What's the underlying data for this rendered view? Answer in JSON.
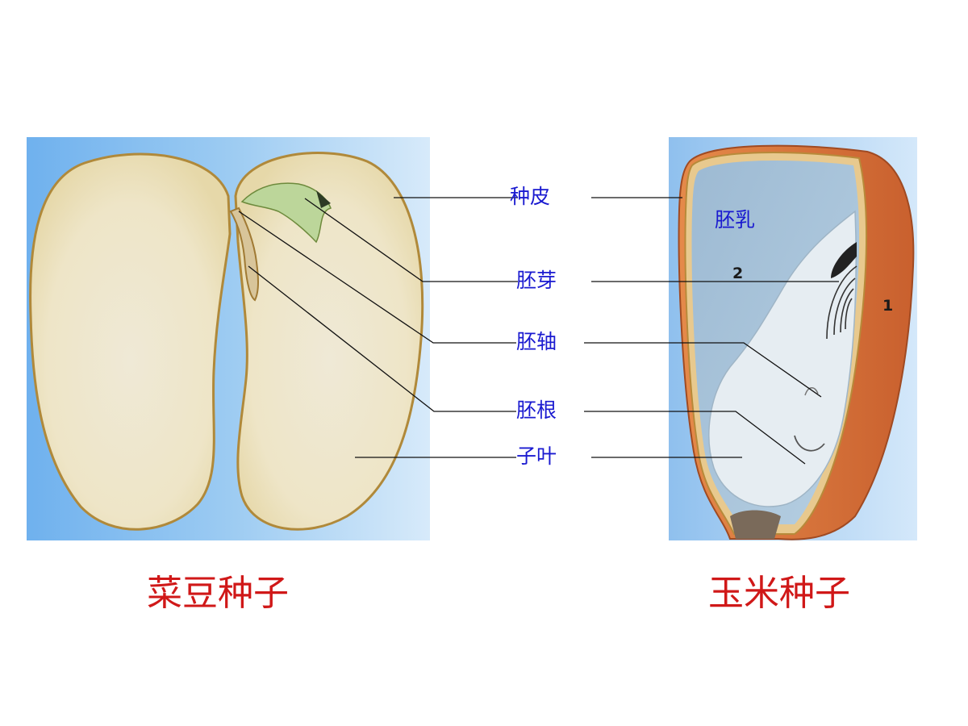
{
  "labels": {
    "seed_coat": "种皮",
    "plumule": "胚芽",
    "hypocotyl": "胚轴",
    "radicle": "胚根",
    "cotyledon": "子叶",
    "endosperm": "胚乳"
  },
  "captions": {
    "bean": "菜豆种子",
    "corn": "玉米种子"
  },
  "corn_markers": {
    "one": "1",
    "two": "2"
  },
  "colors": {
    "label_text": "#1a1ad0",
    "caption_text": "#d01818",
    "bean_panel_bg": "#8fc1ef",
    "bean_fill": "#efe7cd",
    "bean_outline": "#b0893a",
    "corn_panel_bg": "#a9cdef",
    "corn_endosperm": "#a6c4dc",
    "corn_embryo": "#e3eaef",
    "corn_pericarp": "#d9763a"
  }
}
